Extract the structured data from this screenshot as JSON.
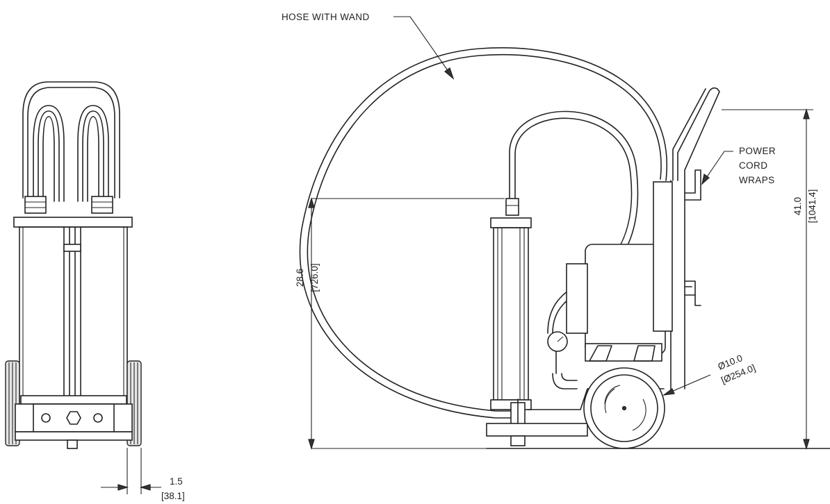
{
  "labels": {
    "hose": "HOSE WITH WAND",
    "cord_line1": "POWER",
    "cord_line2": "CORD",
    "cord_line3": "WRAPS"
  },
  "dimensions": {
    "wheel_offset": {
      "in": "1.5",
      "mm": "[38.1]"
    },
    "inlet_height": {
      "in": "28.6",
      "mm": "[726.0]"
    },
    "overall_height": {
      "in": "41.0",
      "mm": "[1041.4]"
    },
    "wheel_diameter": {
      "in": "Ø10.0",
      "mm": "[Ø254.0]"
    }
  }
}
